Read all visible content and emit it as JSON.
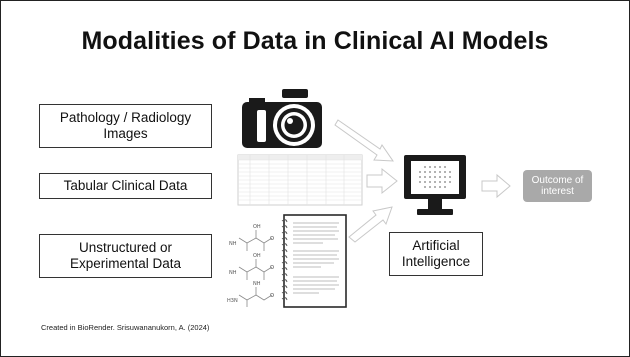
{
  "title": "Modalities of Data in Clinical AI Models",
  "inputs": {
    "pathology": "Pathology / Radiology Images",
    "tabular": "Tabular Clinical Data",
    "unstructured": "Unstructured or Experimental Data"
  },
  "model": {
    "label": "Artificial Intelligence"
  },
  "output": {
    "label": "Outcome of interest"
  },
  "credit": "Created in BioRender. Srisuwananukorn, A. (2024)",
  "chem_labels": [
    "NH",
    "OH",
    "NH",
    "OH",
    "NH",
    "H3N"
  ],
  "colors": {
    "arrow": "#dcdcdc",
    "icon": "#1a1a1a",
    "outcome_box": "#a9a9a9"
  }
}
